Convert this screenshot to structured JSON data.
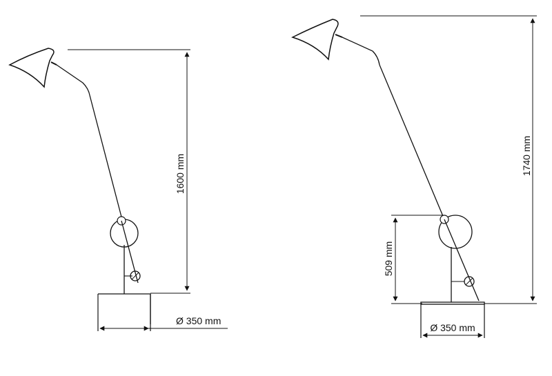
{
  "lamp_left": {
    "height_label": "1600 mm",
    "base_diameter_label": "Ø 350 mm"
  },
  "lamp_right": {
    "height_label": "1740 mm",
    "pivot_height_label": "509 mm",
    "base_diameter_label": "Ø 350 mm"
  },
  "colors": {
    "line": "#111111",
    "shade_fill": "#ffffff"
  }
}
